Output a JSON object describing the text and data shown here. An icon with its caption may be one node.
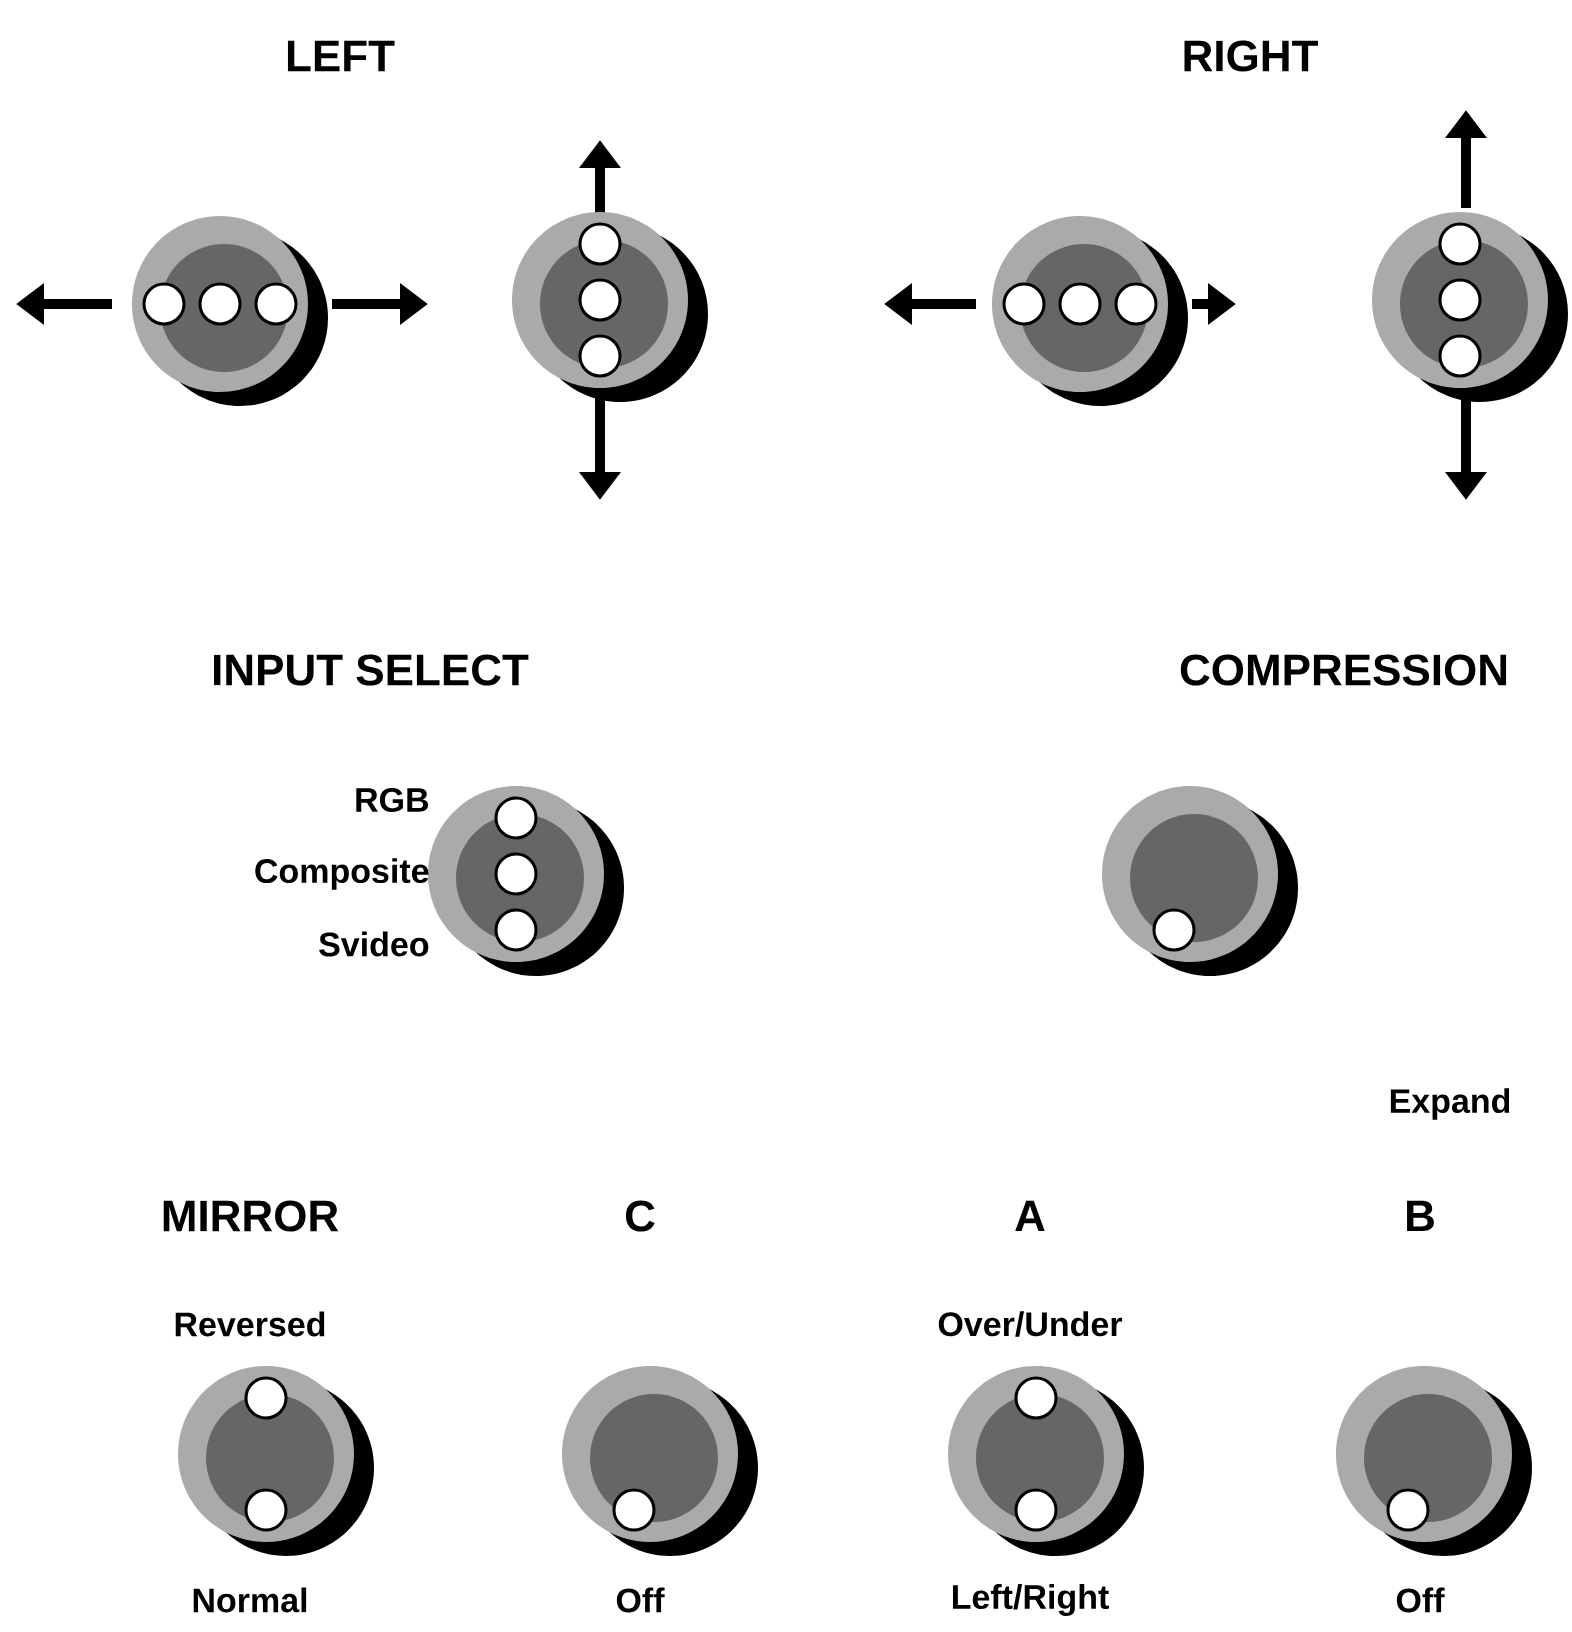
{
  "diagram": {
    "nodes": [
      {
        "text": [],
        "shape": "circle"
      },
      {
        "text": [],
        "shape": "circle"
      },
      {
        "text": [],
        "shape": "circle"
      },
      {
        "text": [],
        "shape": "circle"
      },
      {
        "text": [],
        "shape": "circle",
        "beside": [
          "RGB",
          "Composite",
          "Svideo"
        ]
      },
      {
        "text": [],
        "shape": "circle"
      },
      {
        "text": [],
        "shape": "circle",
        "beside": [
          "Reversed",
          "Normal"
        ]
      },
      {
        "text": [],
        "shape": "circle",
        "beside": [
          "Off"
        ]
      },
      {
        "text": [],
        "shape": "circle",
        "beside": [
          "Over/Under",
          "Left/Right"
        ]
      },
      {
        "text": [],
        "shape": "circle",
        "beside": [
          "Off"
        ]
      }
    ],
    "edges": [],
    "labels": [
      "LEFT",
      "RIGHT",
      "INPUT SELECT",
      "COMPRESSION",
      "Expand",
      "MIRROR",
      "C",
      "A",
      "B"
    ]
  }
}
